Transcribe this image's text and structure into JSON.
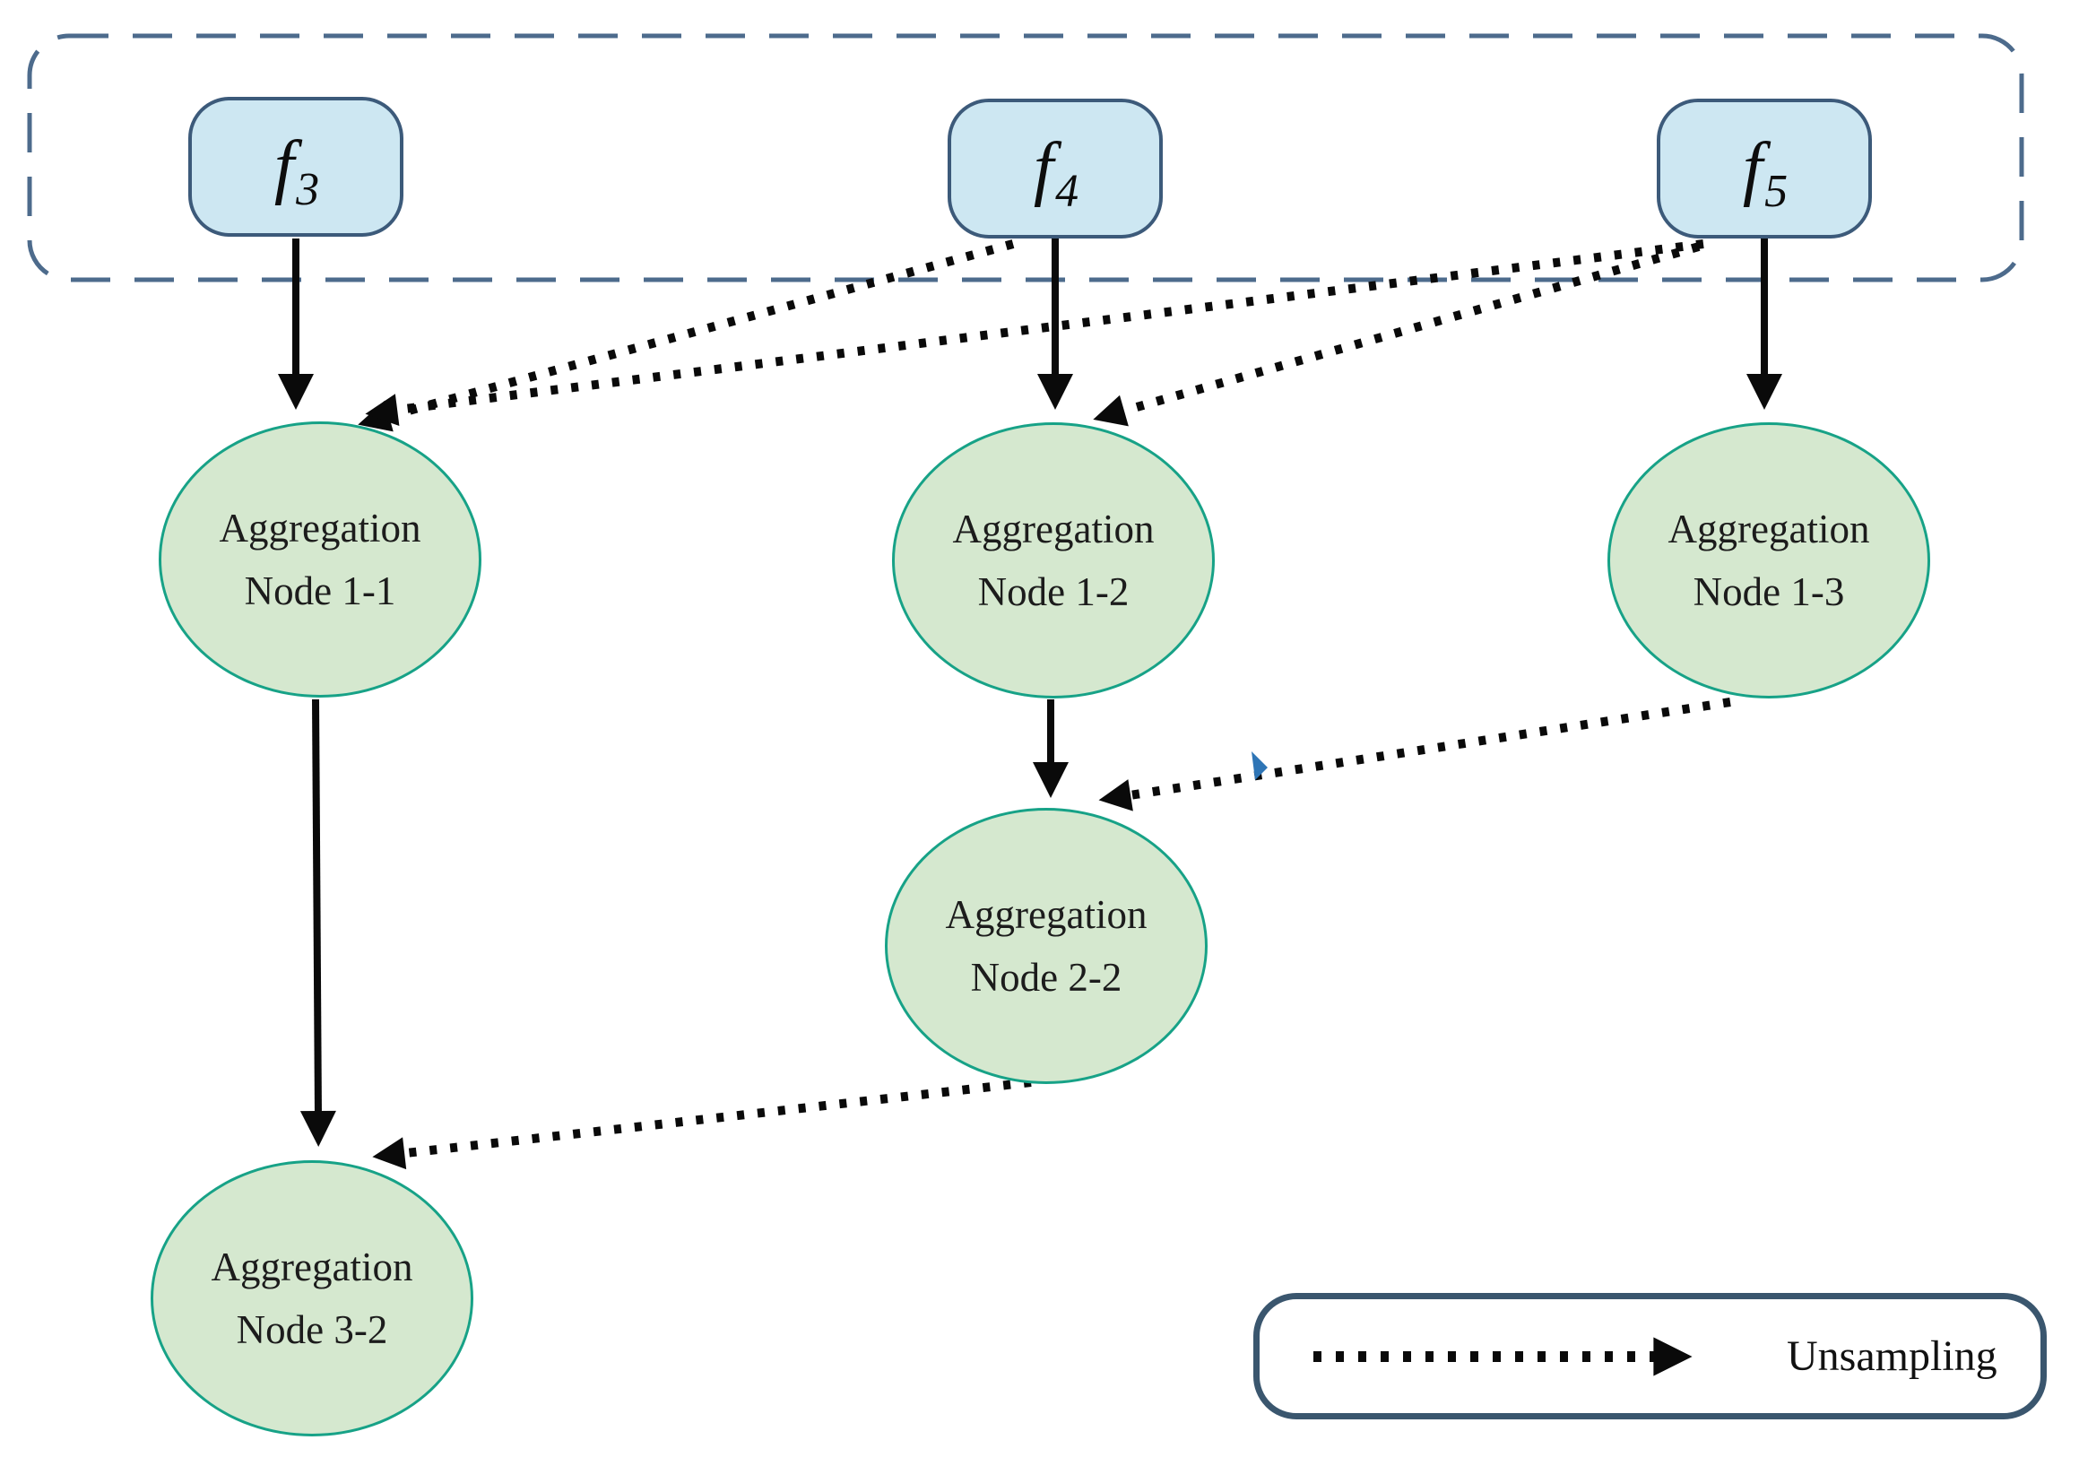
{
  "theme": {
    "canvas-bg": "#ffffff",
    "feature-fill": "#cde7f2",
    "feature-border": "#3c5a7a",
    "container-dash": "#4d6b8c",
    "node-fill": "#d5e8cf",
    "node-border": "#17a287",
    "edge-color": "#0a0a0a",
    "legend-border": "#3a566e",
    "text-color": "#1c1c1c",
    "artifact-blue": "#2e75b6"
  },
  "features": {
    "nodes": [
      {
        "id": "f3",
        "label": "f",
        "subscript": "3"
      },
      {
        "id": "f4",
        "label": "f",
        "subscript": "4"
      },
      {
        "id": "f5",
        "label": "f",
        "subscript": "5"
      }
    ]
  },
  "aggregation": {
    "nodes": [
      {
        "id": "node-1-1",
        "line1": "Aggregation",
        "line2": "Node 1-1"
      },
      {
        "id": "node-1-2",
        "line1": "Aggregation",
        "line2": "Node 1-2"
      },
      {
        "id": "node-1-3",
        "line1": "Aggregation",
        "line2": "Node 1-3"
      },
      {
        "id": "node-2-2",
        "line1": "Aggregation",
        "line2": "Node 2-2"
      },
      {
        "id": "node-3-2",
        "line1": "Aggregation",
        "line2": "Node 3-2"
      }
    ]
  },
  "edges": {
    "solid": [
      {
        "from": "f3",
        "to": "Aggregation Node 1-1"
      },
      {
        "from": "f4",
        "to": "Aggregation Node 1-2"
      },
      {
        "from": "f5",
        "to": "Aggregation Node 1-3"
      },
      {
        "from": "Aggregation Node 1-1",
        "to": "Aggregation Node 3-2"
      },
      {
        "from": "Aggregation Node 1-2",
        "to": "Aggregation Node 2-2"
      }
    ],
    "unsampling": [
      {
        "from": "f4",
        "to": "Aggregation Node 1-1"
      },
      {
        "from": "f5",
        "to": "Aggregation Node 1-1"
      },
      {
        "from": "f5",
        "to": "Aggregation Node 1-2"
      },
      {
        "from": "Aggregation Node 1-3",
        "to": "Aggregation Node 2-2"
      },
      {
        "from": "Aggregation Node 2-2",
        "to": "Aggregation Node 3-2"
      }
    ]
  },
  "legend": {
    "label": "Unsampling"
  }
}
